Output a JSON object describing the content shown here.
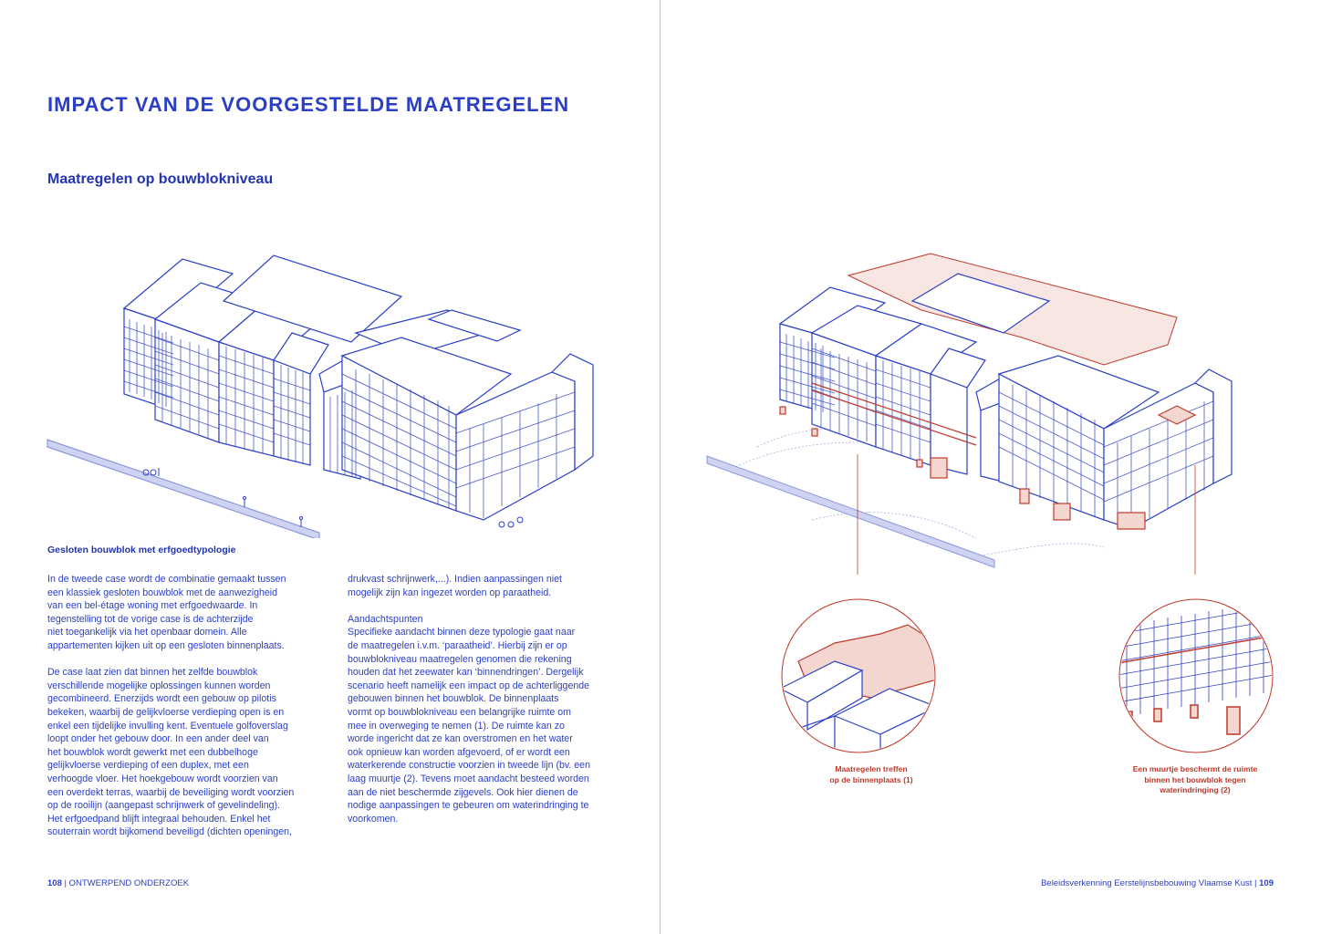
{
  "left_page": {
    "title": "IMPACT VAN DE VOORGESTELDE MAATREGELEN",
    "subtitle": "Maatregelen op bouwblokniveau",
    "section_heading": "Gesloten bouwblok met erfgoedtypologie",
    "column1": [
      "In de tweede case wordt de combinatie gemaakt tussen\neen klassiek gesloten bouwblok met de aanwezigheid\nvan een bel-étage woning met erfgoedwaarde. In\ntegenstelling tot de vorige case is de achterzijde\nniet toegankelijk via het openbaar domein. Alle\nappartementen kijken uit op een gesloten binnenplaats.",
      "De case laat zien dat binnen het zelfde bouwblok\nverschillende mogelijke oplossingen kunnen worden\ngecombineerd. Enerzijds wordt een gebouw op pilotis\nbekeken, waarbij de gelijkvloerse verdieping open is en\nenkel een tijdelijke invulling kent. Eventuele golfoverslag\nloopt onder het gebouw door. In een ander deel van\nhet bouwblok wordt gewerkt met een dubbelhoge\ngelijkvloerse verdieping of een duplex, met een\nverhoogde vloer. Het hoekgebouw wordt voorzien van\neen overdekt terras, waarbij de beveiliging wordt voorzien\nop de rooilijn (aangepast schrijnwerk of gevelindeling).\nHet erfgoedpand blijft integraal behouden. Enkel het\nsouterrain wordt bijkomend beveiligd (dichten openingen,"
    ],
    "column2": [
      "drukvast schrijnwerk,...). Indien aanpassingen niet\nmogelijk zijn kan ingezet worden op paraatheid.",
      "Aandachtspunten\nSpecifieke aandacht binnen deze typologie gaat naar\nde maatregelen i.v.m. ‘paraatheid’. Hierbij zijn er op\nbouwblokniveau maatregelen genomen die rekening\nhouden dat het zeewater kan ‘binnendringen’. Dergelijk\nscenario heeft namelijk een impact op de achterliggende\ngebouwen binnen het bouwblok. De binnenplaats\nvormt op bouwblokniveau een belangrijke ruimte om\nmee in overweging te nemen (1). De ruimte kan zo\nworde ingericht dat ze kan overstromen en het water\nook opnieuw kan worden afgevoerd, of er wordt een\nwaterkerende constructie voorzien in tweede lijn (bv. een\nlaag muurtje (2). Tevens moet aandacht besteed worden\naan de niet beschermde zijgevels. Ook hier dienen de\nnodige aanpassingen te gebeuren om waterindringing te\nvoorkomen."
    ],
    "footer_page_number": "108",
    "footer_label": "ONTWERPEND ONDERZOEK"
  },
  "right_page": {
    "caption1": "Maatregelen treffen\nop de binnenplaats (1)",
    "caption2": "Een muurtje beschermt de ruimte\nbinnen het bouwblok tegen\nwaterindringing (2)",
    "footer_label": "Beleidsverkenning Eerstelijnsbebouwing Vlaamse Kust",
    "footer_page_number": "109"
  },
  "colors": {
    "ink_blue": "#2b3fc4",
    "accent_red": "#c0392b",
    "fill_pink": "#f3d6d0"
  }
}
